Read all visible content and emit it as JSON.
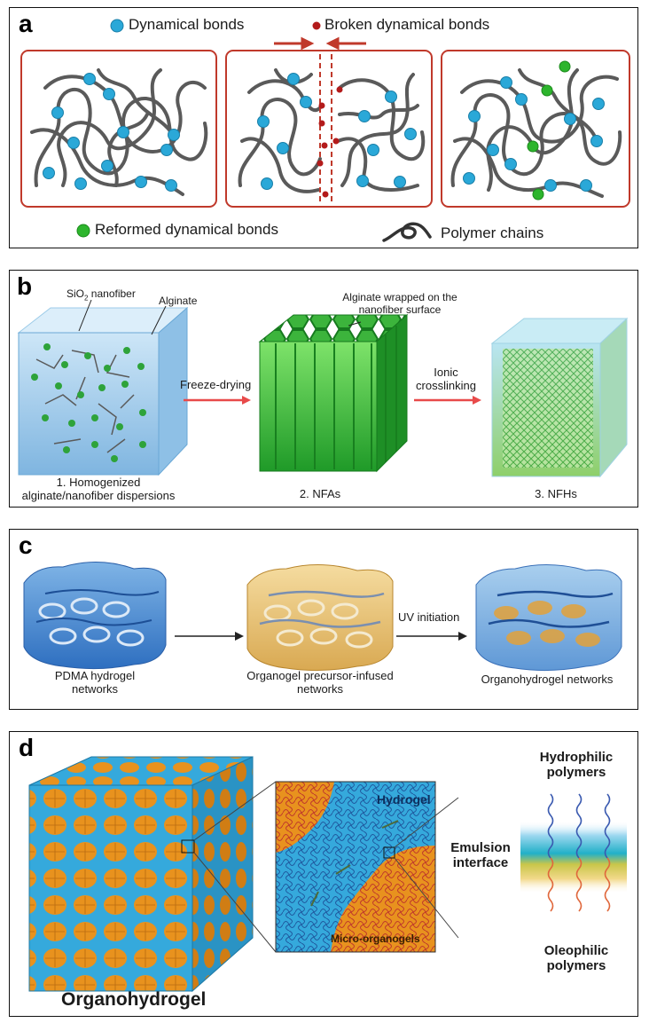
{
  "panel_a": {
    "label": "a",
    "legend_dynamical": "Dynamical bonds",
    "legend_broken": "Broken dynamical bonds",
    "legend_reformed": "Reformed dynamical bonds",
    "legend_polymer": "Polymer chains",
    "colors": {
      "dynamical": "#2aa8d8",
      "broken": "#b31b1b",
      "reformed": "#2db52d",
      "frame": "#c0392b",
      "chain": "#555555"
    }
  },
  "panel_b": {
    "label": "b",
    "sio2_label_pre": "SiO",
    "sio2_label_sub": "2",
    "sio2_label_post": " nanofiber",
    "alginate": "Alginate",
    "wrapped_line1": "Alginate wrapped on the",
    "wrapped_line2": "nanofiber surface",
    "freeze_drying": "Freeze-drying",
    "ionic_line1": "Ionic",
    "ionic_line2": "crosslinking",
    "caption1_line1": "1. Homogenized",
    "caption1_line2": "alginate/nanofiber dispersions",
    "caption2": "2. NFAs",
    "caption3": "3. NFHs"
  },
  "panel_c": {
    "label": "c",
    "caption1_line1": "PDMA hydrogel",
    "caption1_line2": "networks",
    "caption2_line1": "Organogel precursor-infused",
    "caption2_line2": "networks",
    "uv": "UV initiation",
    "caption3": "Organohydrogel networks"
  },
  "panel_d": {
    "label": "d",
    "cube_label": "Organohydrogel",
    "hydrogel": "Hydrogel",
    "micro": "Micro-organogels",
    "emulsion_line1": "Emulsion",
    "emulsion_line2": "interface",
    "hydrophilic_line1": "Hydrophilic",
    "hydrophilic_line2": "polymers",
    "oleophilic_line1": "Oleophilic",
    "oleophilic_line2": "polymers",
    "colors": {
      "hydrogel": "#35a9dc",
      "organogel": "#e8921e",
      "interface": "#21b0c8"
    }
  }
}
